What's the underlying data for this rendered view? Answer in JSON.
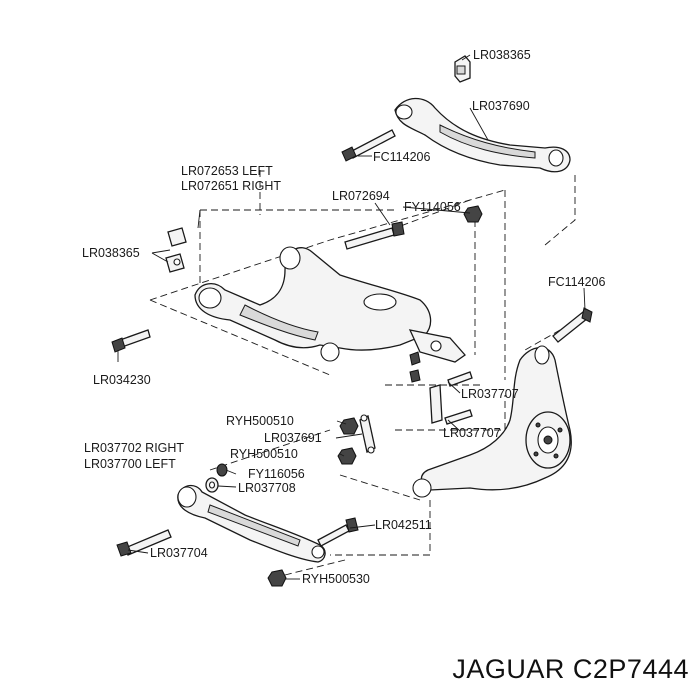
{
  "labels": {
    "lr038365_top": "LR038365",
    "lr037690": "LR037690",
    "fc114206_top": "FC114206",
    "lr072653_left": "LR072653 LEFT",
    "lr072651_right": "LR072651 RIGHT",
    "lr072694": "LR072694",
    "fy114056": "FY114056",
    "lr038365_left": "LR038365",
    "fc114206_right": "FC114206",
    "lr034230": "LR034230",
    "lr037707_upper": "LR037707",
    "ryh500510_upper": "RYH500510",
    "lr037691": "LR037691",
    "lr037707_lower": "LR037707",
    "ryh500510_lower": "RYH500510",
    "lr037702_right": "LR037702 RIGHT",
    "lr037700_left": "LR037700 LEFT",
    "fy116056": "FY116056",
    "lr037708": "LR037708",
    "lr042511": "LR042511",
    "lr037704": "LR037704",
    "ryh500530": "RYH500530"
  },
  "footer": {
    "brand": "JAGUAR C2P7444"
  },
  "colors": {
    "line": "#1a1a1a",
    "part_fill": "#f4f4f4",
    "background": "#ffffff"
  }
}
